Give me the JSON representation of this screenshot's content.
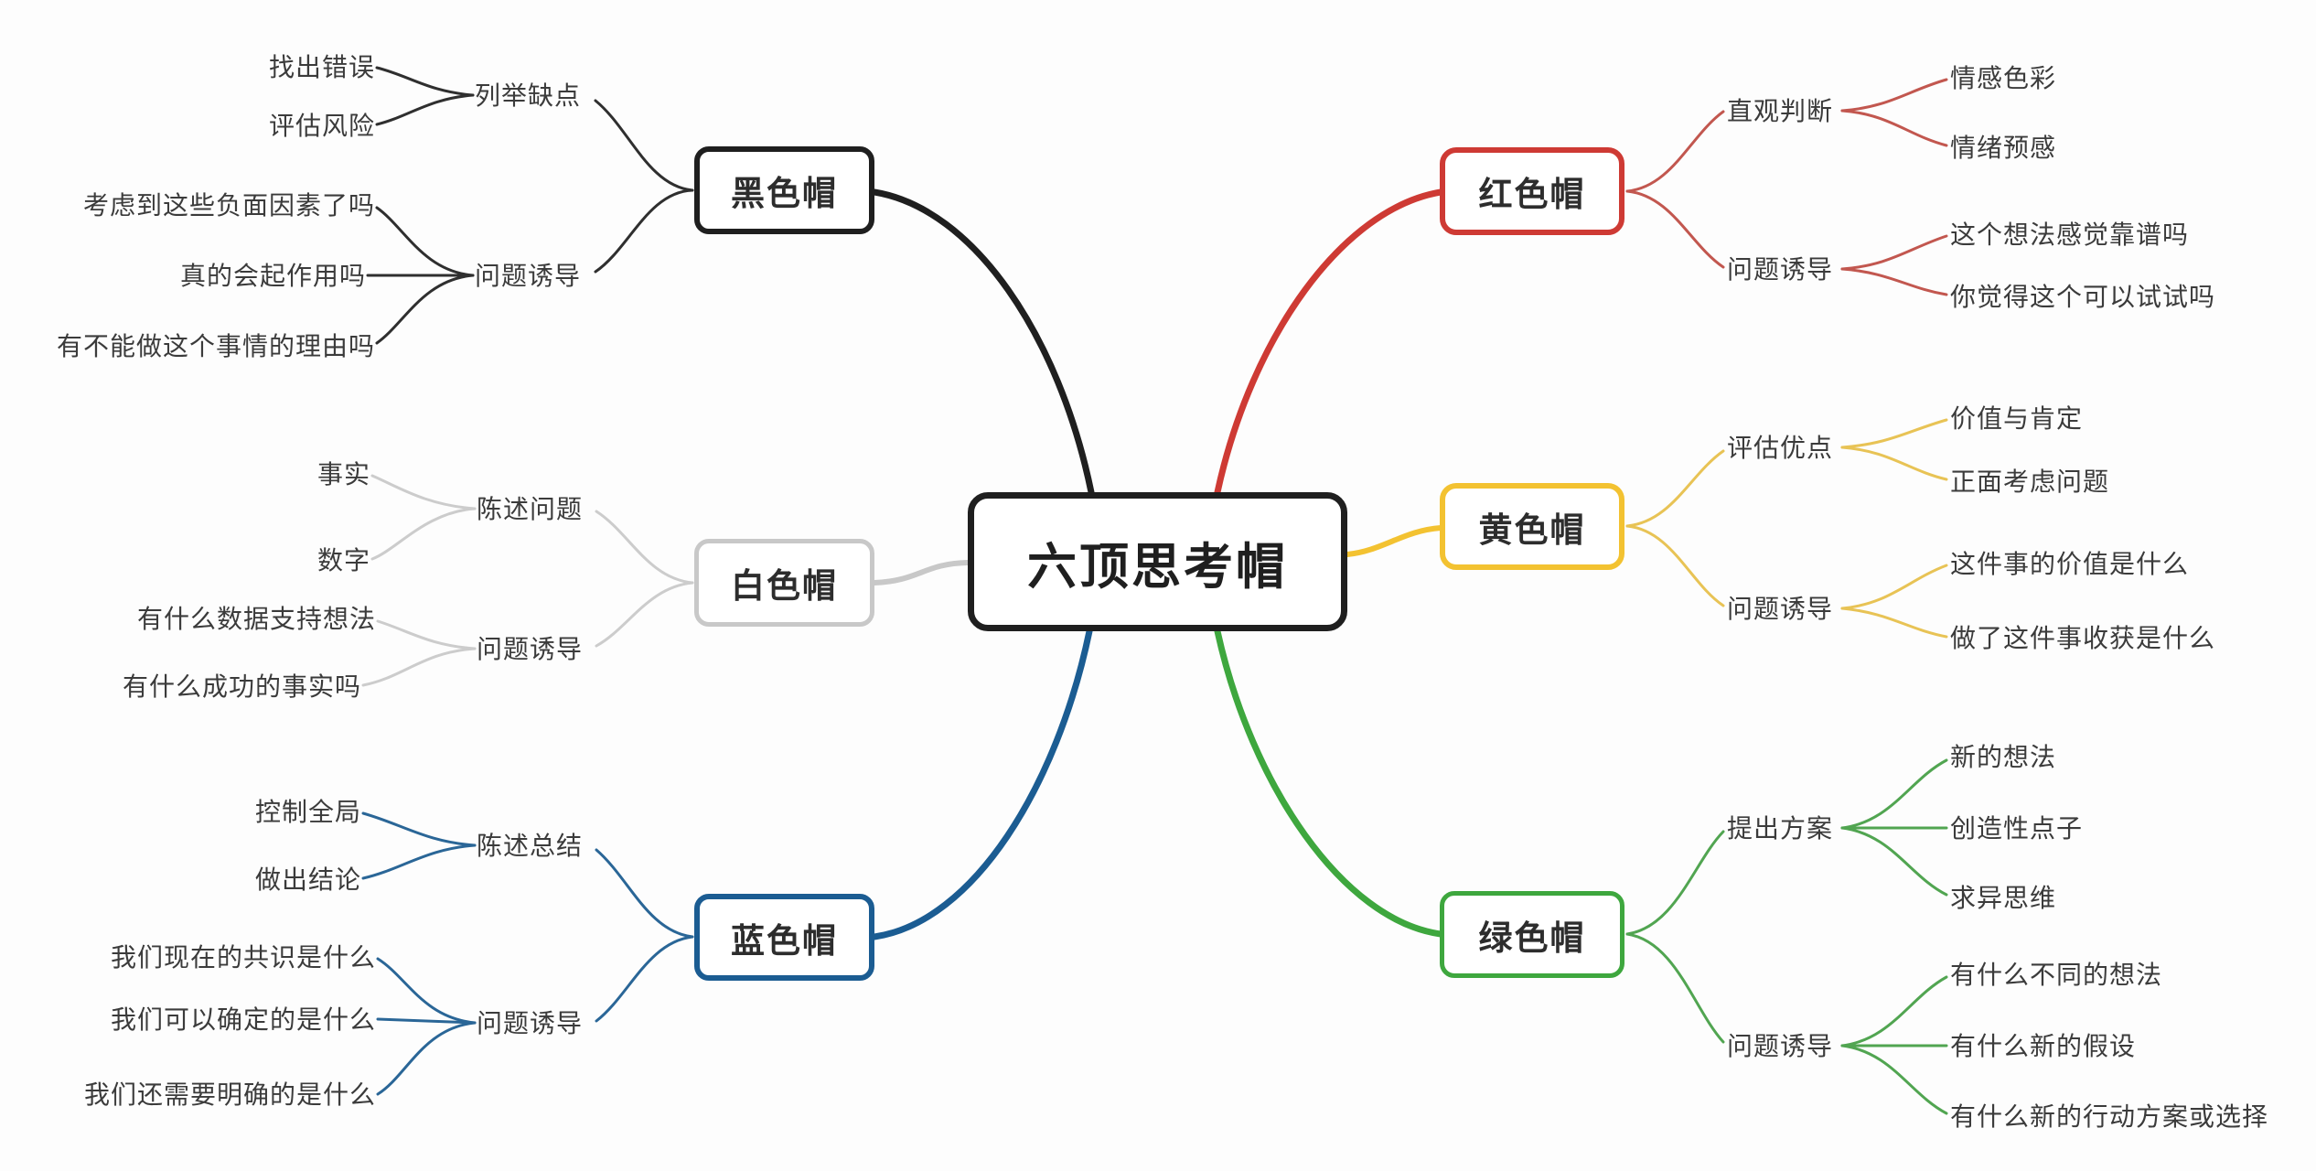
{
  "title": "六顶思考帽",
  "colors": {
    "black": "#1f1f1f",
    "white": "#c8c8c8",
    "blue": "#1b5c92",
    "red": "#ce3a34",
    "yellow": "#f3c231",
    "green": "#3ea73e",
    "text": "#3b3b3b",
    "background": "#fdfdfd"
  },
  "branches": {
    "black": {
      "hat": "黑色帽",
      "groups": [
        {
          "label": "列举缺点",
          "leaves": [
            "找出错误",
            "评估风险"
          ]
        },
        {
          "label": "问题诱导",
          "leaves": [
            "考虑到这些负面因素了吗",
            "真的会起作用吗",
            "有不能做这个事情的理由吗"
          ]
        }
      ]
    },
    "white": {
      "hat": "白色帽",
      "groups": [
        {
          "label": "陈述问题",
          "leaves": [
            "事实",
            "数字"
          ]
        },
        {
          "label": "问题诱导",
          "leaves": [
            "有什么数据支持想法",
            "有什么成功的事实吗"
          ]
        }
      ]
    },
    "blue": {
      "hat": "蓝色帽",
      "groups": [
        {
          "label": "陈述总结",
          "leaves": [
            "控制全局",
            "做出结论"
          ]
        },
        {
          "label": "问题诱导",
          "leaves": [
            "我们现在的共识是什么",
            "我们可以确定的是什么",
            "我们还需要明确的是什么"
          ]
        }
      ]
    },
    "red": {
      "hat": "红色帽",
      "groups": [
        {
          "label": "直观判断",
          "leaves": [
            "情感色彩",
            "情绪预感"
          ]
        },
        {
          "label": "问题诱导",
          "leaves": [
            "这个想法感觉靠谱吗",
            "你觉得这个可以试试吗"
          ]
        }
      ]
    },
    "yellow": {
      "hat": "黄色帽",
      "groups": [
        {
          "label": "评估优点",
          "leaves": [
            "价值与肯定",
            "正面考虑问题"
          ]
        },
        {
          "label": "问题诱导",
          "leaves": [
            "这件事的价值是什么",
            "做了这件事收获是什么"
          ]
        }
      ]
    },
    "green": {
      "hat": "绿色帽",
      "groups": [
        {
          "label": "提出方案",
          "leaves": [
            "新的想法",
            "创造性点子",
            "求异思维"
          ]
        },
        {
          "label": "问题诱导",
          "leaves": [
            "有什么不同的想法",
            "有什么新的假设",
            "有什么新的行动方案或选择"
          ]
        }
      ]
    }
  }
}
